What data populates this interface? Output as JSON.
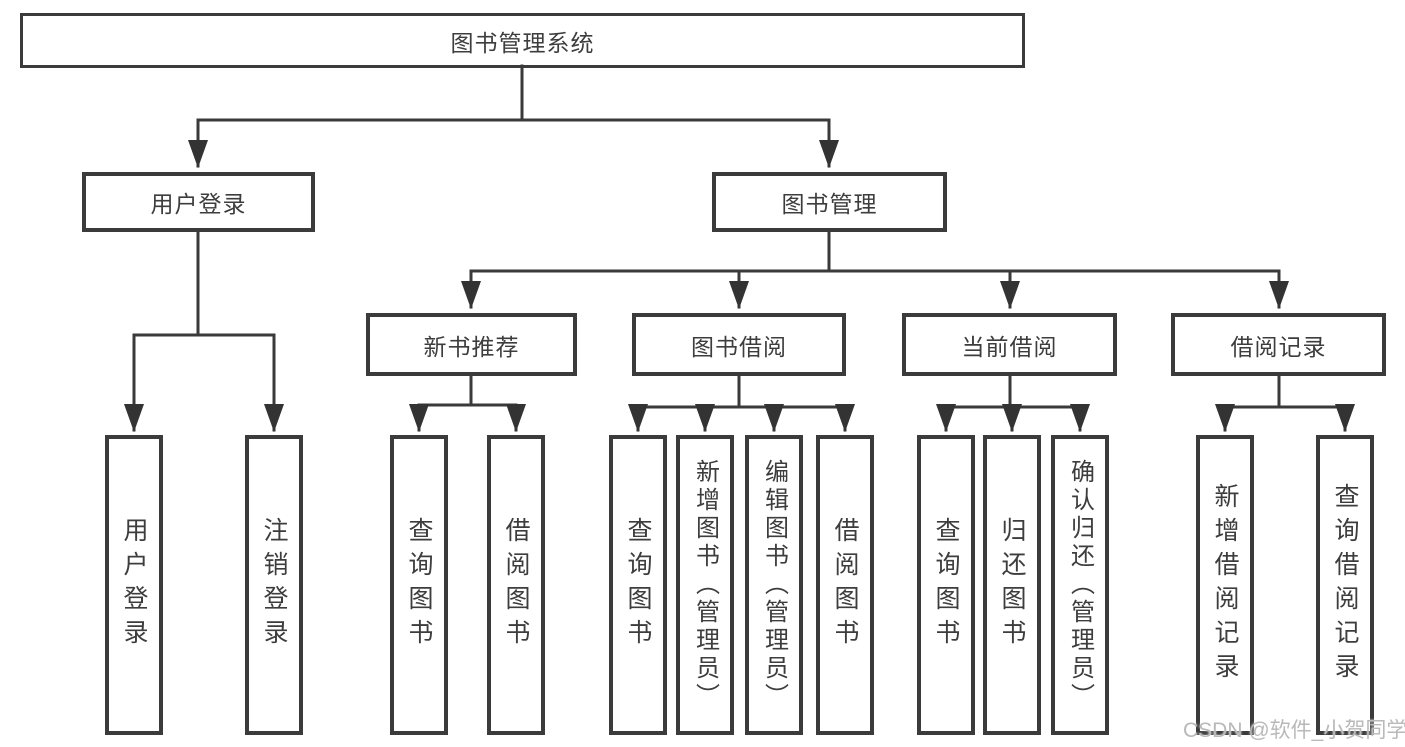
{
  "tree": {
    "root": {
      "label": "图书管理系统"
    },
    "level2": [
      {
        "id": "user-login",
        "label": "用户登录"
      },
      {
        "id": "book-management",
        "label": "图书管理"
      }
    ],
    "level3": [
      {
        "id": "new-book-recommend",
        "label": "新书推荐",
        "parent": "book-management"
      },
      {
        "id": "book-borrowing",
        "label": "图书借阅",
        "parent": "book-management"
      },
      {
        "id": "current-borrowing",
        "label": "当前借阅",
        "parent": "book-management"
      },
      {
        "id": "borrowing-records",
        "label": "借阅记录",
        "parent": "book-management"
      }
    ],
    "leaves": [
      {
        "parent": "user-login",
        "label": "用户登录"
      },
      {
        "parent": "user-login",
        "label": "注销登录"
      },
      {
        "parent": "new-book-recommend",
        "label": "查询图书"
      },
      {
        "parent": "new-book-recommend",
        "label": "借阅图书"
      },
      {
        "parent": "book-borrowing",
        "label": "查询图书"
      },
      {
        "parent": "book-borrowing",
        "label": "新增图书（管理员）"
      },
      {
        "parent": "book-borrowing",
        "label": "编辑图书（管理员）"
      },
      {
        "parent": "book-borrowing",
        "label": "借阅图书"
      },
      {
        "parent": "current-borrowing",
        "label": "查询图书"
      },
      {
        "parent": "current-borrowing",
        "label": "归还图书"
      },
      {
        "parent": "current-borrowing",
        "label": "确认归还（管理员）"
      },
      {
        "parent": "borrowing-records",
        "label": "新增借阅记录"
      },
      {
        "parent": "borrowing-records",
        "label": "查询借阅记录"
      }
    ]
  },
  "watermark": {
    "text": "CSDN @软件_小贺同学"
  },
  "colors": {
    "box_border": "#3b3b3b",
    "box_fill": "#ffffff",
    "text": "#3d3d3d",
    "connector_line": "#3a3a3a",
    "watermark_text": "#b9b9b9",
    "background": "#ffffff"
  }
}
